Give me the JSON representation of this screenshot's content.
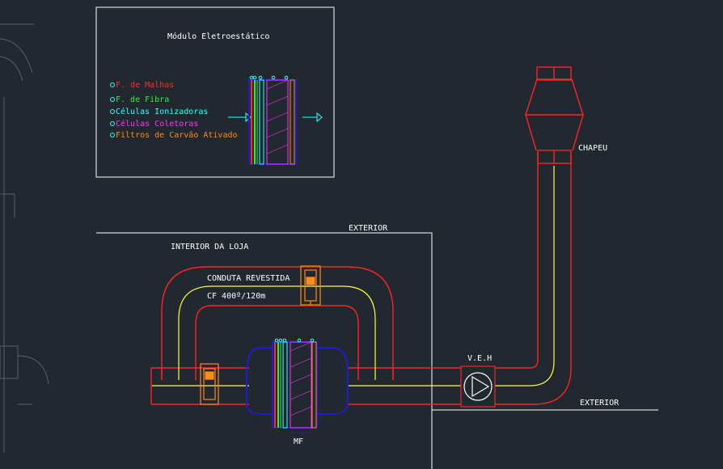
{
  "drawing": {
    "module_title": "Módulo Eletroestático",
    "legend": [
      {
        "label": "F. de Malhas",
        "color": "#ff2a2a"
      },
      {
        "label": "F. de Fibra",
        "color": "#33ee33"
      },
      {
        "label": "Células Ionizadoras",
        "color": "#33ffff"
      },
      {
        "label": "Células Coletoras",
        "color": "#ff33ff"
      },
      {
        "label": "Filtros de Carvão Ativado",
        "color": "#ff8a1a"
      }
    ],
    "labels": {
      "exterior_top": "EXTERIOR",
      "interior": "INTERIOR DA LOJA",
      "duct_coated": "CONDUTA REVESTIDA",
      "fan_spec": "CF 400º/120m",
      "veh": "V.E.H",
      "chapeu": "CHAPEU",
      "exterior_right": "EXTERIOR",
      "mf": "MF"
    },
    "colors": {
      "background": "#212830",
      "duct": "#ff2222",
      "centerline": "#ffff33",
      "fan": "#ff8a1a",
      "filter_body": "#1e1ecc",
      "white": "#ffffff"
    }
  }
}
